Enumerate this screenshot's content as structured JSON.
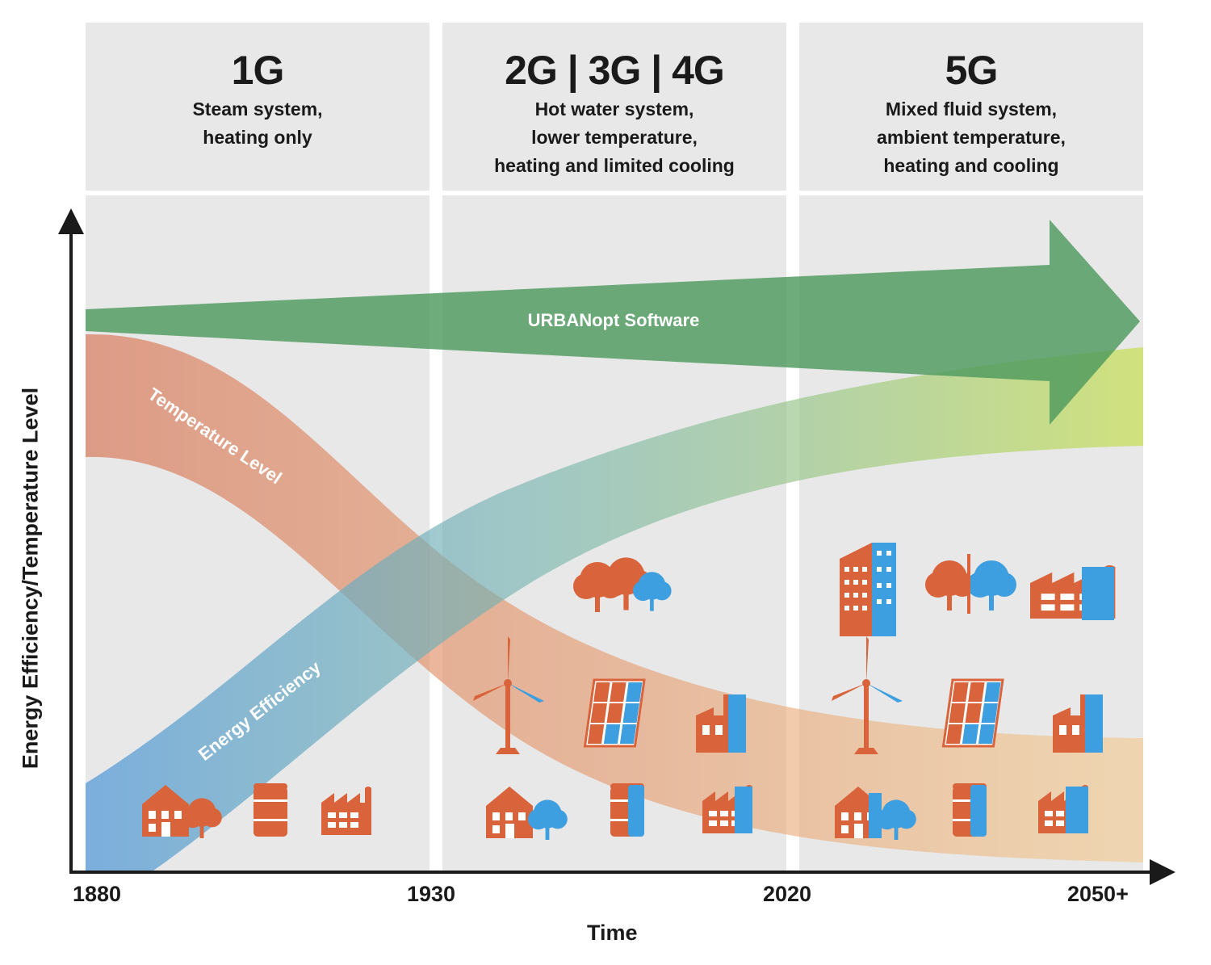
{
  "eras": [
    {
      "generation": "1G",
      "description": [
        "Steam system,",
        "heating only"
      ]
    },
    {
      "generation": "2G | 3G | 4G",
      "description": [
        "Hot water system,",
        "lower temperature,",
        "heating and limited cooling"
      ]
    },
    {
      "generation": "5G",
      "description": [
        "Mixed fluid system,",
        "ambient temperature,",
        "heating and cooling"
      ]
    }
  ],
  "bands": {
    "software": "URBANopt Software",
    "temperature": "Temperature Level",
    "efficiency": "Energy Efficiency"
  },
  "axes": {
    "y_title": "Energy Efficiency/Temperature Level",
    "x_title": "Time",
    "x_ticks": [
      "1880",
      "1930",
      "2020",
      "2050+"
    ]
  },
  "colors": {
    "panel": "#e8e8e8",
    "software_green": "#4e9a5e",
    "temperature_band": "#d98f6e",
    "efficiency_blue": "#5b9bd5",
    "efficiency_green": "#b6d36a",
    "icon_orange": "#d9633a",
    "icon_blue": "#3d9ee0"
  },
  "icons": {
    "era1": [
      "house-tree-icon",
      "barrel-icon",
      "factory-icon"
    ],
    "era2_row1": [
      "trees-icon"
    ],
    "era2_row2": [
      "wind-turbine-icon",
      "solar-panel-icon",
      "plant-icon"
    ],
    "era2_row3": [
      "house-tree-icon",
      "barrel-icon",
      "factory-icon"
    ],
    "era3_row1": [
      "buildings-icon",
      "trees-icon",
      "factory-icon"
    ],
    "era3_row2": [
      "wind-turbine-icon",
      "solar-panel-icon",
      "plant-icon"
    ],
    "era3_row3": [
      "house-tree-icon",
      "barrel-icon",
      "factory-icon"
    ]
  }
}
